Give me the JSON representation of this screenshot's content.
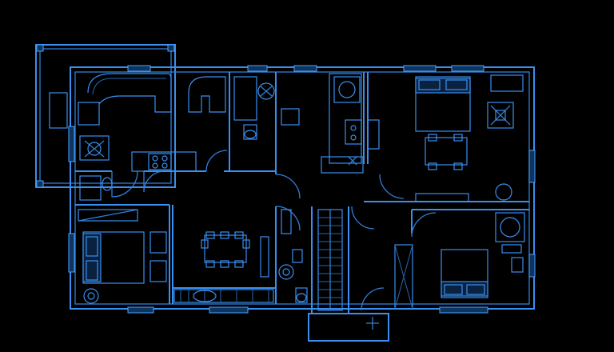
{
  "drawing": {
    "style": "blueprint",
    "background": "#000000",
    "line_color": "#3a8ff0",
    "window_fill": "#0e3460"
  },
  "rooms": [
    {
      "id": "living-room"
    },
    {
      "id": "bathroom-upper"
    },
    {
      "id": "kitchen"
    },
    {
      "id": "bedroom-upper-right"
    },
    {
      "id": "bedroom-left"
    },
    {
      "id": "dining-area"
    },
    {
      "id": "bathroom-lower"
    },
    {
      "id": "stairwell"
    },
    {
      "id": "bedroom-lower-right"
    },
    {
      "id": "terrace"
    },
    {
      "id": "entry-porch"
    }
  ]
}
